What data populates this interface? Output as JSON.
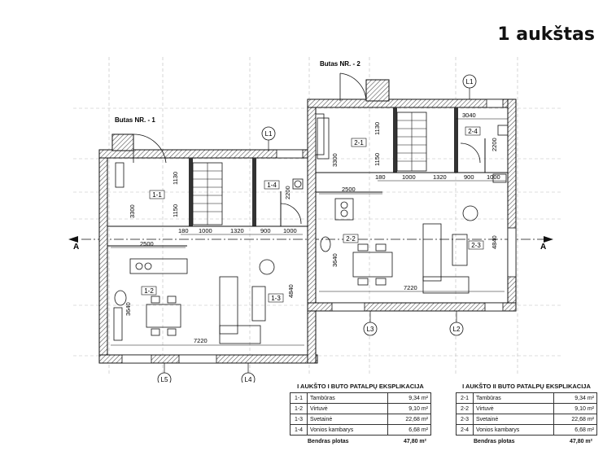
{
  "page_title": "1 aukštas",
  "apartments": [
    {
      "label": "Butas NR. - 1"
    },
    {
      "label": "Butas NR. - 2"
    }
  ],
  "axes": {
    "L1a": "L1",
    "L1b": "L1",
    "L2": "L2",
    "L3": "L3",
    "L4": "L4",
    "L5": "L5",
    "section": "A"
  },
  "rooms": {
    "r1_1": "1-1",
    "r1_2": "1-2",
    "r1_3": "1-3",
    "r1_4": "1-4",
    "r2_1": "2-1",
    "r2_2": "2-2",
    "r2_3": "2-3",
    "r2_4": "2-4"
  },
  "dims_left": {
    "d180": "180",
    "d1000a": "1000",
    "d1320": "1320",
    "d900": "900",
    "d1000b": "1000",
    "d2500": "2500",
    "d7220": "7220",
    "d1130": "1130",
    "d1150": "1150",
    "d3300": "3300",
    "d2200": "2200",
    "d4840": "4840",
    "d3640": "3640"
  },
  "dims_right": {
    "d3040": "3040",
    "d180": "180",
    "d1000a": "1000",
    "d1320": "1320",
    "d900": "900",
    "d1000b": "1000",
    "d2500": "2500",
    "d7220": "7220",
    "d1130": "1130",
    "d1150": "1150",
    "d3300": "3300",
    "d2200": "2200",
    "d4840": "4840",
    "d3640": "3640"
  },
  "table1": {
    "heading": "I AUKŠTO I BUTO PATALPŲ EKSPLIKACIJA",
    "rows": [
      {
        "num": "1-1",
        "name": "Tambūras",
        "area": "9,34 m²"
      },
      {
        "num": "1-2",
        "name": "Virtuvė",
        "area": "9,10 m²"
      },
      {
        "num": "1-3",
        "name": "Svetainė",
        "area": "22,68 m²"
      },
      {
        "num": "1-4",
        "name": "Vonios kambarys",
        "area": "6,68 m²"
      }
    ],
    "total_label": "Bendras plotas",
    "total_value": "47,80 m²"
  },
  "table2": {
    "heading": "I AUKŠTO II BUTO PATALPŲ EKSPLIKACIJA",
    "rows": [
      {
        "num": "2-1",
        "name": "Tambūras",
        "area": "9,34 m²"
      },
      {
        "num": "2-2",
        "name": "Virtuvė",
        "area": "9,10 m²"
      },
      {
        "num": "2-3",
        "name": "Svetainė",
        "area": "22,68 m²"
      },
      {
        "num": "2-4",
        "name": "Vonios kambarys",
        "area": "6,68 m²"
      }
    ],
    "total_label": "Bendras plotas",
    "total_value": "47,80 m²"
  }
}
